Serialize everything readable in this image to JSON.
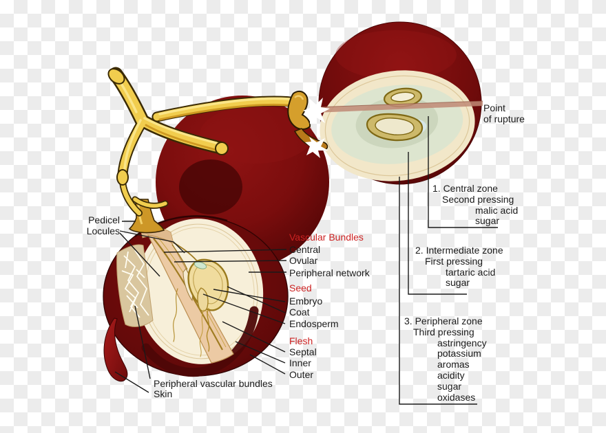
{
  "diagram": {
    "subject": "Grape berry cross-section anatomy with pressing zones"
  },
  "left_labels": {
    "pedicel": "Pedicel",
    "locules": "Locules"
  },
  "sections": {
    "vascular": {
      "title": "Vascular Bundles",
      "items": [
        "Central",
        "Ovular",
        "Peripheral network"
      ]
    },
    "seed": {
      "title": "Seed",
      "items": [
        "Embryo",
        "Coat",
        "Endosperm"
      ]
    },
    "flesh": {
      "title": "Flesh",
      "items": [
        "Septal",
        "Inner",
        "Outer"
      ]
    }
  },
  "bottom_labels": {
    "peripheral_vascular_bundles": "Peripheral vascular bundles",
    "skin": "Skin"
  },
  "rupture_label": {
    "line1": "Point",
    "line2": "of rupture"
  },
  "zones": [
    {
      "number_title": "1. Central zone",
      "pressing": "Second pressing",
      "compounds": [
        "malic acid",
        "sugar"
      ]
    },
    {
      "number_title": "2. Intermediate zone",
      "pressing": "First pressing",
      "compounds": [
        "tartaric acid",
        "sugar"
      ]
    },
    {
      "number_title": "3. Peripheral zone",
      "pressing": "Third pressing",
      "compounds": [
        "astringency",
        "potassium",
        "aromas",
        "acidity",
        "sugar",
        "oxidases"
      ]
    }
  ],
  "colors": {
    "label_red": "#cc2222",
    "text": "#1a1a1a",
    "leader_line": "#1a1a1a",
    "grape_skin_dark_red": "#6f0b0b",
    "stem_yellow": "#f1cd4e",
    "flesh_cream": "#f2e7c9",
    "intermediate_zone_green": "#dde5cf",
    "central_zone_green": "#ccd6bd",
    "seed_outline_olive": "#7e6814",
    "rupture_band": "#c08a76",
    "checker_gray": "#ececec"
  }
}
